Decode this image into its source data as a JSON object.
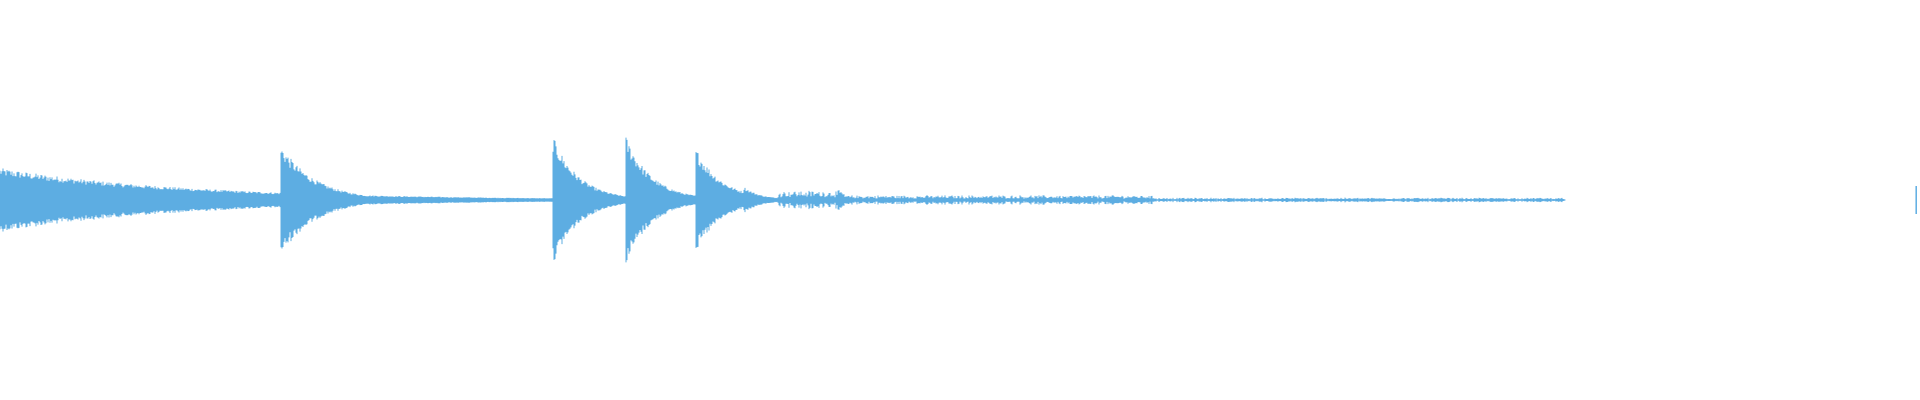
{
  "waveform": {
    "color": "#5DADE2",
    "background": "#FFFFFF",
    "transients": [
      {
        "at": 0.0,
        "peak": 0.16,
        "decay": 0.22
      },
      {
        "at": 0.079,
        "peak": 0.07,
        "decay": 0.05
      },
      {
        "at": 0.146,
        "peak": 0.28,
        "decay": 0.04
      },
      {
        "at": 0.288,
        "peak": 0.32,
        "decay": 0.03
      },
      {
        "at": 0.326,
        "peak": 0.32,
        "decay": 0.03
      },
      {
        "at": 0.362,
        "peak": 0.27,
        "decay": 0.03
      },
      {
        "at": 0.387,
        "peak": 0.07,
        "decay": 0.02
      }
    ],
    "noise_regions": [
      {
        "start": 0.405,
        "end": 0.44,
        "level": 0.05
      },
      {
        "start": 0.44,
        "end": 0.6,
        "level": 0.025
      },
      {
        "start": 0.6,
        "end": 0.815,
        "level": 0.012
      }
    ],
    "active_end": 0.815,
    "end_marker": {
      "at": 0.998,
      "level": 0.07
    }
  }
}
